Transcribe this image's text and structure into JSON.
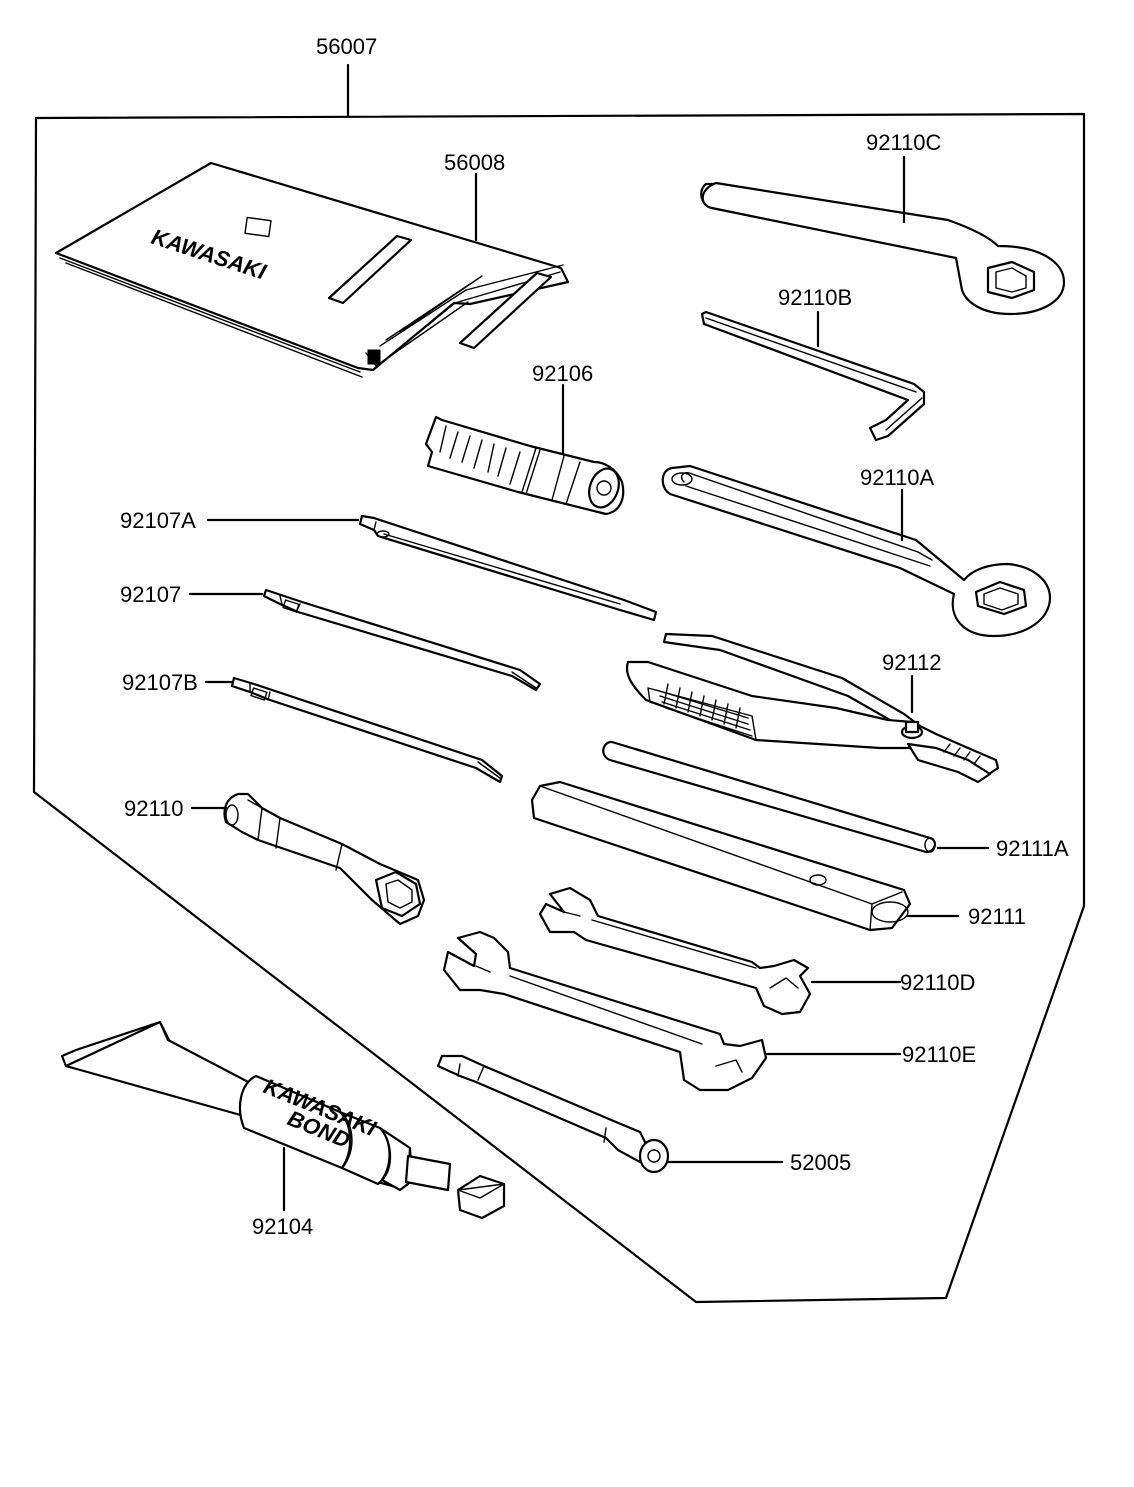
{
  "labels": {
    "kit": "56007",
    "pouch": "56008",
    "wrench_c": "92110C",
    "hex_key": "92110B",
    "driver_handle": "92106",
    "wrench_a": "92110A",
    "screwdriver_a": "92107A",
    "screwdriver": "92107",
    "pliers": "92112",
    "screwdriver_b": "92107B",
    "socket": "92110",
    "rod": "92111A",
    "bar": "92111",
    "wrench_d": "92110D",
    "wrench_e": "92110E",
    "bond": "92104",
    "gauge": "52005"
  },
  "brand_text": {
    "pouch": "KAWASAKI",
    "tube_line1": "KAWASAKI",
    "tube_line2": "BOND"
  }
}
